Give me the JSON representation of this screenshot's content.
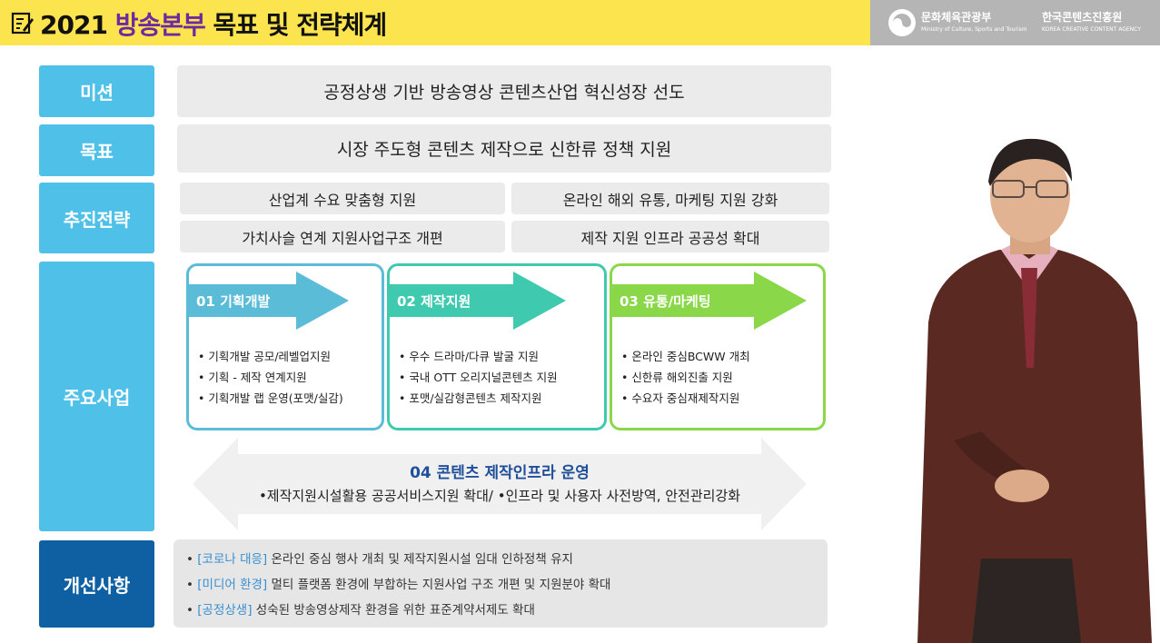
{
  "header": {
    "title_prefix": "2021 ",
    "title_highlight": "방송본부",
    "title_suffix": " 목표 및 전략체계",
    "logo_ministry_name": "문화체육관광부",
    "logo_ministry_en": "Ministry of Culture, Sports and Tourism",
    "logo_agency_name": "한국콘텐츠진흥원",
    "logo_agency_en": "KOREA CREATIVE CONTENT AGENCY"
  },
  "mission": {
    "label": "미션",
    "text": "공정상생 기반 방송영상 콘텐츠산업 혁신성장 선도"
  },
  "goal": {
    "label": "목표",
    "text": "시장 주도형 콘텐츠 제작으로 신한류 정책 지원"
  },
  "strategy": {
    "label": "추진전략",
    "items": [
      "산업계 수요 맞춤형 지원",
      "온라인 해외 유통, 마케팅 지원 강화",
      "가치사슬 연계 지원사업구조 개편",
      "제작 지원 인프라 공공성 확대"
    ]
  },
  "projects": {
    "label": "주요사업",
    "cards": [
      {
        "title": "01 기획개발",
        "items": [
          "• 기획개발 공모/레벨업지원",
          "• 기획 - 제작 연계지원",
          "• 기획개발 랩 운영(포맷/실감)"
        ]
      },
      {
        "title": "02 제작지원",
        "items": [
          "• 우수 드라마/다큐 발굴 지원",
          "• 국내 OTT 오리지널콘텐츠 지원",
          "• 포맷/실감형콘텐츠 제작지원"
        ]
      },
      {
        "title": "03 유통/마케팅",
        "items": [
          "• 온라인 중심BCWW 개최",
          "• 신한류 해외진출 지원",
          "• 수요자 중심재제작지원"
        ]
      }
    ],
    "infra_title": "04 콘텐츠 제작인프라 운영",
    "infra_desc": "•제작지원시설활용 공공서비스지원 확대/ •인프라 및 사용자 사전방역, 안전관리강화"
  },
  "improvements": {
    "label": "개선사항",
    "items": [
      {
        "tag": "[코로나 대응]",
        "text": " 온라인 중심 행사 개최 및 제작지원시설 임대 인하정책  유지"
      },
      {
        "tag": "[미디어 환경]",
        "text": " 멀티 플랫폼 환경에 부합하는 지원사업 구조 개편 및  지원분야 확대"
      },
      {
        "tag": "[공정상생]",
        "text": " 성숙된 방송영상제작 환경을 위한 표준계약서제도 확대"
      }
    ]
  },
  "colors": {
    "header_bg": "#fbe44d",
    "title_highlight": "#6d2aa0",
    "label_blue": "#4fc0e8",
    "label_dark_blue": "#0f5fa3",
    "card1": "#5bbcd8",
    "card2": "#3fcab0",
    "card3": "#8ad84a",
    "infra_title": "#1f4f9a",
    "improve_tag": "#3a8fd0"
  }
}
